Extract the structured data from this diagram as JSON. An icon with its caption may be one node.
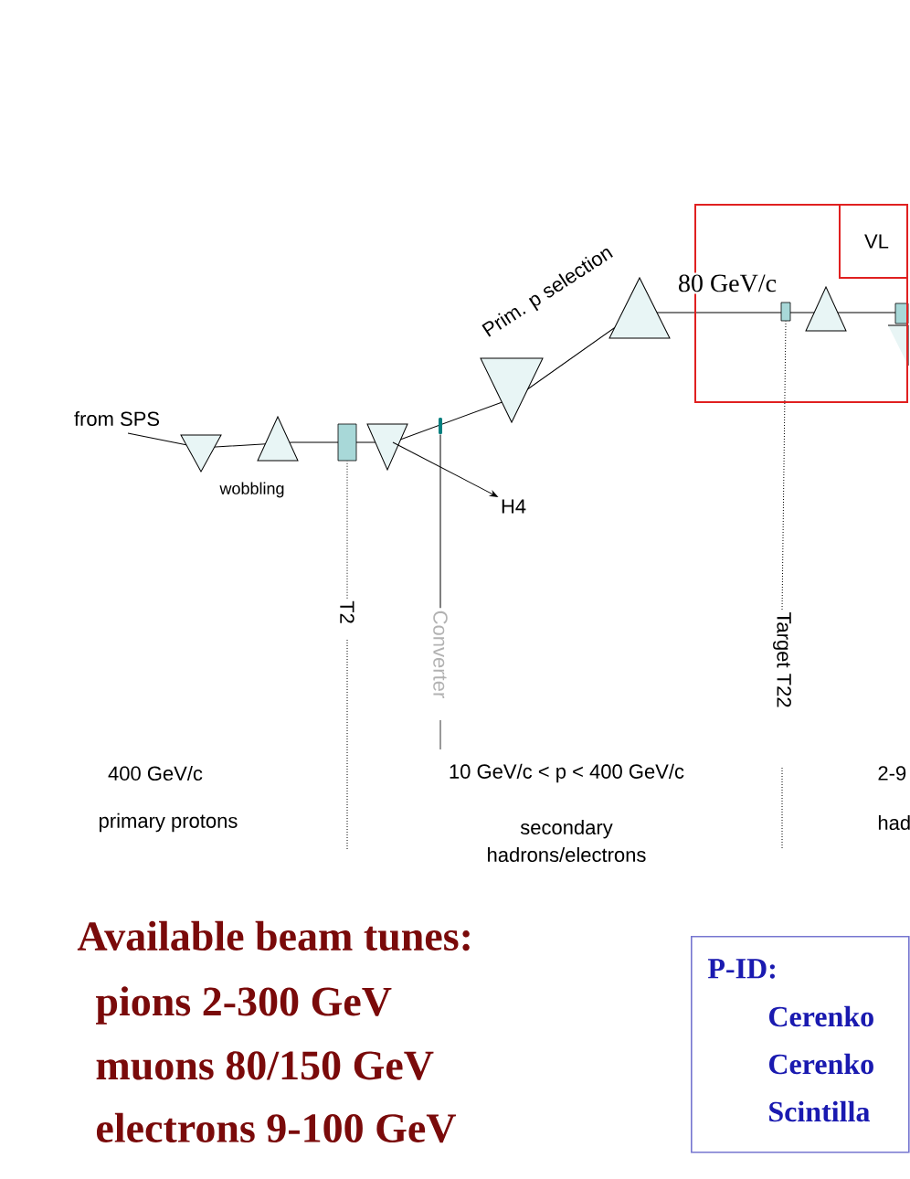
{
  "diagram": {
    "nodes": [
      {
        "text": [],
        "shape": "box"
      },
      {
        "text": [
          "VL"
        ],
        "in": 0
      },
      {
        "text": [
          "H4"
        ]
      },
      {
        "text": [
          "T2"
        ]
      },
      {
        "text": [],
        "shape": "box"
      },
      {
        "text": [
          "Converter"
        ]
      },
      {
        "text": [],
        "shape": "bar"
      },
      {
        "text": [
          "Target T22"
        ]
      },
      {
        "text": [],
        "shape": "box",
        "in": 0
      },
      {
        "text": [
          "P-ID:",
          "Cerenko",
          "Cerenko",
          "Scintilla"
        ]
      }
    ],
    "edges": [
      {
        "from": null,
        "to": 2,
        "arrow": "to"
      },
      {
        "from": 3,
        "to": 4,
        "arrow": "none",
        "style": "dashed"
      },
      {
        "from": 5,
        "to": 6,
        "arrow": "none"
      },
      {
        "from": 7,
        "to": 8,
        "arrow": "none",
        "style": "dashed"
      }
    ],
    "labels": [
      "from SPS",
      "wobbling",
      "Prim. p selection",
      "80 GeV/c",
      "400 GeV/c",
      "primary protons",
      "10 GeV/c < p < 400 GeV/c",
      "secondary hadrons/electrons",
      "2-9",
      "had",
      "Available beam tunes:",
      "pions 2-300 GeV",
      "muons 80/150 GeV",
      "electrons 9-100 GeV"
    ]
  }
}
